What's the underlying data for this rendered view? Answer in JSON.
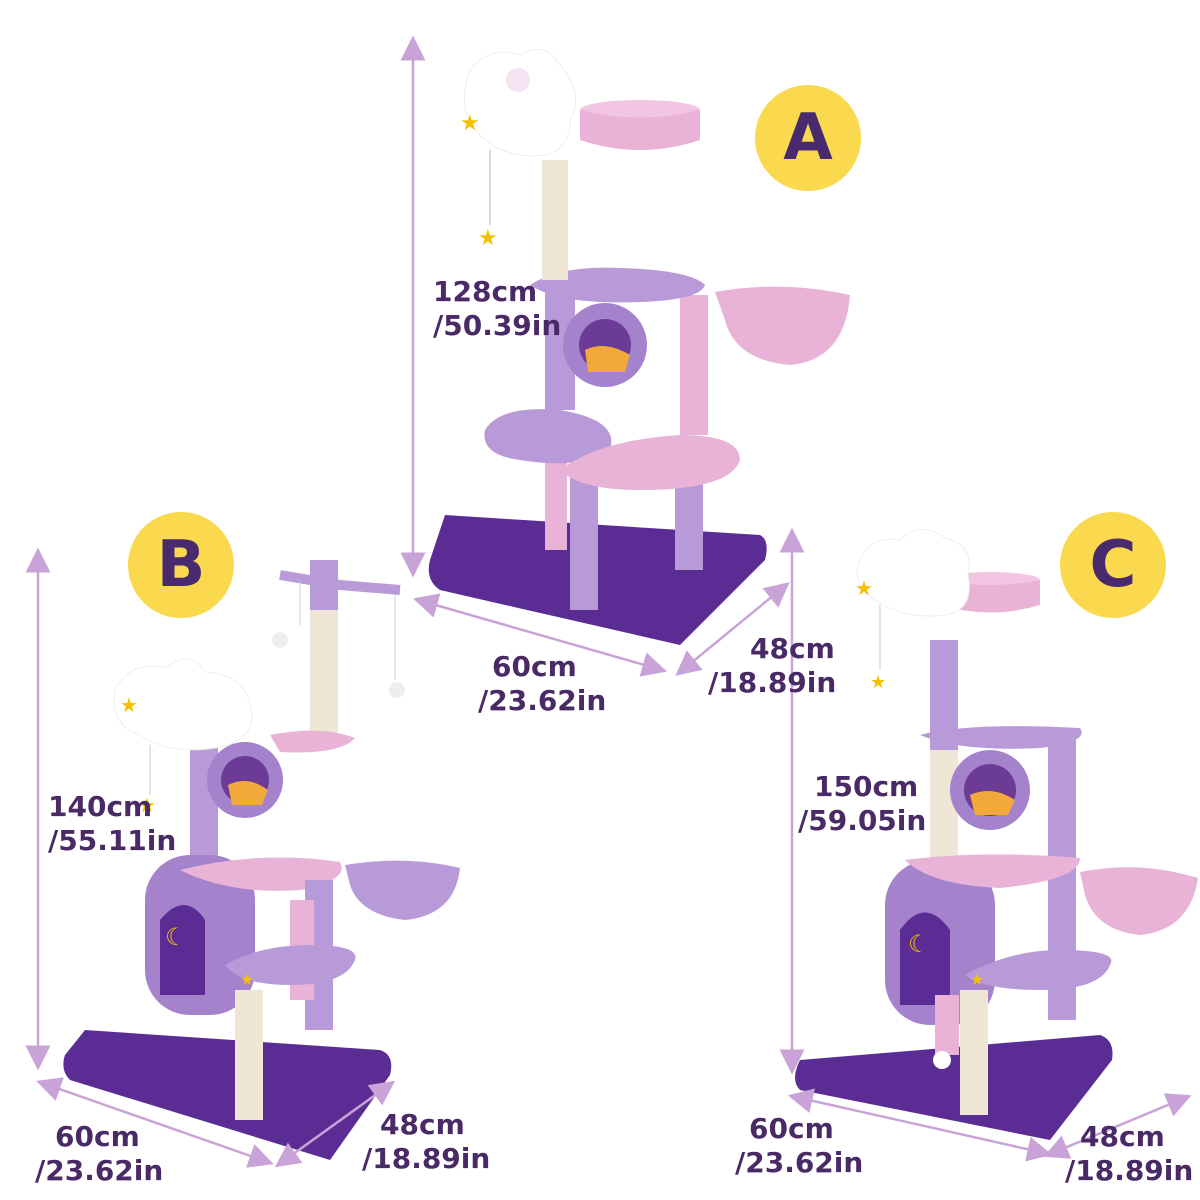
{
  "variants": [
    {
      "label": "A",
      "height": "128cm",
      "height_in": "/50.39in",
      "width": "60cm",
      "width_in": "/23.62in",
      "depth": "48cm",
      "depth_in": "/18.89in"
    },
    {
      "label": "B",
      "height": "140cm",
      "height_in": "/55.11in",
      "width": "60cm",
      "width_in": "/23.62in",
      "depth": "48cm",
      "depth_in": "/18.89in"
    },
    {
      "label": "C",
      "height": "150cm",
      "height_in": "/59.05in",
      "width": "60cm",
      "width_in": "/23.62in",
      "depth": "48cm",
      "depth_in": "/18.89in"
    }
  ],
  "colors": {
    "badge": "#fbd94e",
    "base_purple": "#5b2d94",
    "lavender": "#b89ad8",
    "pink": "#e8b3d6",
    "sisal": "#efe6d6",
    "cloud": "#ffffff",
    "arrow": "#c9a3d8"
  }
}
